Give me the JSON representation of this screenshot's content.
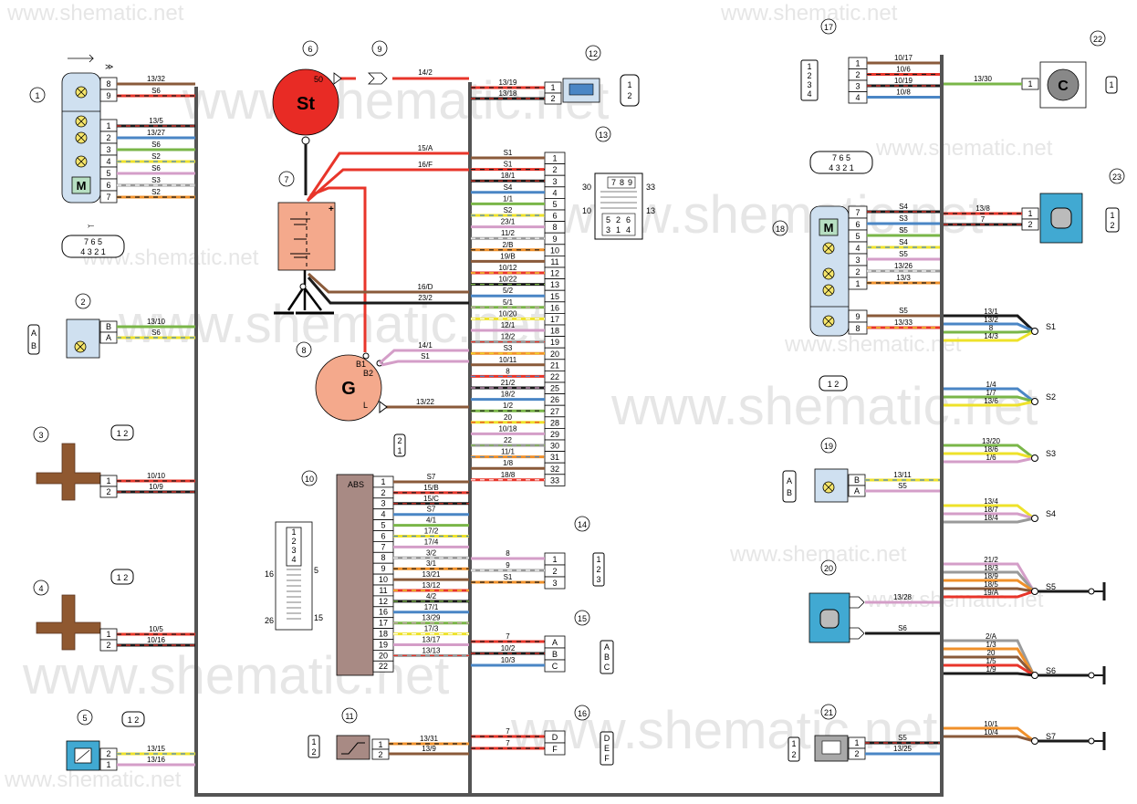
{
  "watermark": {
    "text": "www.shematic.net"
  },
  "colors": {
    "trunk": "#545454",
    "red": "#e8352a",
    "black": "#1a1a1a",
    "brown": "#8a5a3a",
    "blue": "#4a86c5",
    "green": "#7ab648",
    "yellow": "#eee22a",
    "pink": "#d49ec8",
    "grey": "#9a9a9a",
    "white": "#ffffff",
    "orange": "#f0902a",
    "lightblue_fill": "#cfe0f0",
    "starter_fill": "#e82b25",
    "battery_fill": "#f4a98c",
    "generator_fill": "#f4a98c",
    "abs_fill": "#a88a84",
    "sensor_fill": "#41a9d2",
    "motor_fill": "#41a9d2",
    "sensor_brown": "#8f5830"
  },
  "components": {
    "c1": {
      "number": "1",
      "pins": [
        "8",
        "9",
        "1",
        "2",
        "3",
        "4",
        "5",
        "6",
        "7"
      ],
      "wires": [
        "13/32",
        "S6",
        "13/5",
        "13/27",
        "S6",
        "S2",
        "S6",
        "S3",
        "S2"
      ],
      "conn_top": "7 6 5",
      "conn_bottom": "4 3 2 1",
      "motor_label": "M"
    },
    "c2": {
      "number": "2",
      "pins": [
        "B",
        "A"
      ],
      "wires": [
        "13/10",
        "S6"
      ],
      "conn": [
        "A",
        "B"
      ]
    },
    "c3": {
      "number": "3",
      "pins": [
        "1",
        "2"
      ],
      "wires": [
        "10/10",
        "10/9"
      ],
      "conn": "1 2"
    },
    "c4": {
      "number": "4",
      "pins": [
        "1",
        "2"
      ],
      "wires": [
        "10/5",
        "10/16"
      ],
      "conn": "1 2"
    },
    "c5": {
      "number": "5",
      "pins": [
        "2",
        "1"
      ],
      "wires": [
        "13/15",
        "13/16"
      ],
      "conn": "1 2"
    },
    "c6": {
      "number": "6",
      "label": "St",
      "terminal": "50",
      "wire": "14/2"
    },
    "c7": {
      "number": "7",
      "wires": [
        "15/A",
        "16/F",
        "16/D",
        "23/2"
      ],
      "plus": "+"
    },
    "c8": {
      "number": "8",
      "label": "G",
      "terminals": [
        "B1",
        "B2",
        "L"
      ],
      "wires": [
        "14/1",
        "S1",
        "13/22"
      ],
      "conn": [
        "2",
        "1"
      ]
    },
    "c9": {
      "number": "9"
    },
    "c10": {
      "number": "10",
      "label": "ABS",
      "pins": [
        "1",
        "2",
        "3",
        "4",
        "5",
        "6",
        "7",
        "8",
        "9",
        "10",
        "11",
        "12",
        "16",
        "17",
        "18",
        "19",
        "20",
        "22"
      ],
      "wires": [
        "S7",
        "15/B",
        "15/C",
        "S7",
        "4/1",
        "17/2",
        "17/4",
        "3/2",
        "3/1",
        "13/21",
        "13/12",
        "4/2",
        "17/1",
        "13/29",
        "17/3",
        "13/17",
        "13/13"
      ],
      "conn_pins": [
        "1",
        "2",
        "3",
        "4"
      ],
      "conn_marks": [
        "16",
        "5",
        "26",
        "15"
      ]
    },
    "c11": {
      "number": "11",
      "pins": [
        "1",
        "2"
      ],
      "wires": [
        "13/31",
        "13/9"
      ],
      "conn": [
        "1",
        "2"
      ]
    },
    "c12": {
      "number": "12",
      "pins": [
        "1",
        "2"
      ],
      "wires": [
        "13/19",
        "13/18"
      ],
      "conn": [
        "1",
        "2"
      ]
    },
    "c13": {
      "number": "13",
      "pins": [
        "1",
        "2",
        "3",
        "4",
        "5",
        "6",
        "8",
        "9",
        "10",
        "11",
        "12",
        "13",
        "15",
        "16",
        "17",
        "18",
        "19",
        "20",
        "21",
        "22",
        "25",
        "26",
        "27",
        "28",
        "29",
        "30",
        "31",
        "32",
        "33"
      ],
      "wires": [
        "S1",
        "S1",
        "18/1",
        "S4",
        "1/1",
        "S2",
        "23/1",
        "11/2",
        "2/B",
        "19/B",
        "10/12",
        "10/22",
        "5/2",
        "5/1",
        "10/20",
        "12/1",
        "12/2",
        "S3",
        "10/11",
        "8",
        "21/2",
        "18/2",
        "1/2",
        "20",
        "10/18",
        "22",
        "11/1",
        "1/8",
        "18/8"
      ],
      "conn_top": [
        "7",
        "8",
        "9"
      ],
      "conn_bottom": [
        "5",
        "2",
        "6",
        "3",
        "1",
        "4"
      ],
      "conn_marks": [
        "30",
        "33",
        "10",
        "13"
      ]
    },
    "c14": {
      "number": "14",
      "pins": [
        "1",
        "2",
        "3"
      ],
      "wires": [
        "8",
        "9",
        "S1"
      ],
      "conn": [
        "1",
        "2",
        "3"
      ]
    },
    "c15": {
      "number": "15",
      "pins": [
        "A",
        "B",
        "C"
      ],
      "wires": [
        "7",
        "10/2",
        "10/3"
      ],
      "conn": [
        "A",
        "B",
        "C"
      ]
    },
    "c16": {
      "number": "16",
      "pins": [
        "D",
        "F"
      ],
      "wires": [
        "7",
        "7"
      ],
      "conn": [
        "D",
        "E",
        "F"
      ]
    },
    "c17": {
      "number": "17",
      "pins": [
        "1",
        "2",
        "3",
        "4"
      ],
      "wires": [
        "10/17",
        "10/6",
        "10/19",
        "10/8"
      ],
      "conn": [
        "1",
        "2",
        "3",
        "4"
      ]
    },
    "c18": {
      "number": "18",
      "pins": [
        "7",
        "6",
        "5",
        "4",
        "3",
        "2",
        "1",
        "9",
        "8"
      ],
      "wires": [
        "S4",
        "S3",
        "S5",
        "S4",
        "S5",
        "13/26",
        "13/3",
        "S5",
        "13/33"
      ],
      "conn_top": "7 6 5",
      "conn_bottom": "4 3 2 1",
      "conn2": "1 2",
      "motor_label": "M"
    },
    "c19": {
      "number": "19",
      "pins": [
        "B",
        "A"
      ],
      "wires": [
        "13/11",
        "S5"
      ],
      "conn": [
        "A",
        "B"
      ]
    },
    "c20": {
      "number": "20",
      "wires": [
        "13/28",
        "S6"
      ]
    },
    "c21": {
      "number": "21",
      "pins": [
        "1",
        "2"
      ],
      "wires": [
        "S5",
        "13/25"
      ],
      "conn": [
        "1",
        "2"
      ]
    },
    "c22": {
      "number": "22",
      "label": "C",
      "pin": "1",
      "wire": "13/30",
      "conn": "1"
    },
    "c23": {
      "number": "23",
      "pins": [
        "1",
        "2"
      ],
      "wires": [
        "13/8",
        "7"
      ],
      "conn": [
        "1",
        "2"
      ]
    }
  },
  "splices": [
    {
      "name": "S1",
      "wires": [
        "13/1",
        "13/2",
        "8",
        "14/3"
      ]
    },
    {
      "name": "S2",
      "wires": [
        "1/4",
        "1/7",
        "13/6"
      ]
    },
    {
      "name": "S3",
      "wires": [
        "13/20",
        "18/6",
        "1/6"
      ]
    },
    {
      "name": "S4",
      "wires": [
        "13/4",
        "18/7",
        "18/4"
      ]
    },
    {
      "name": "S5",
      "wires": [
        "21/2",
        "18/3",
        "18/9",
        "18/5",
        "19/A"
      ]
    },
    {
      "name": "S6",
      "wires": [
        "2/A",
        "1/3",
        "20",
        "1/5",
        "1/9"
      ]
    },
    {
      "name": "S7",
      "wires": [
        "10/1",
        "10/4"
      ]
    }
  ]
}
